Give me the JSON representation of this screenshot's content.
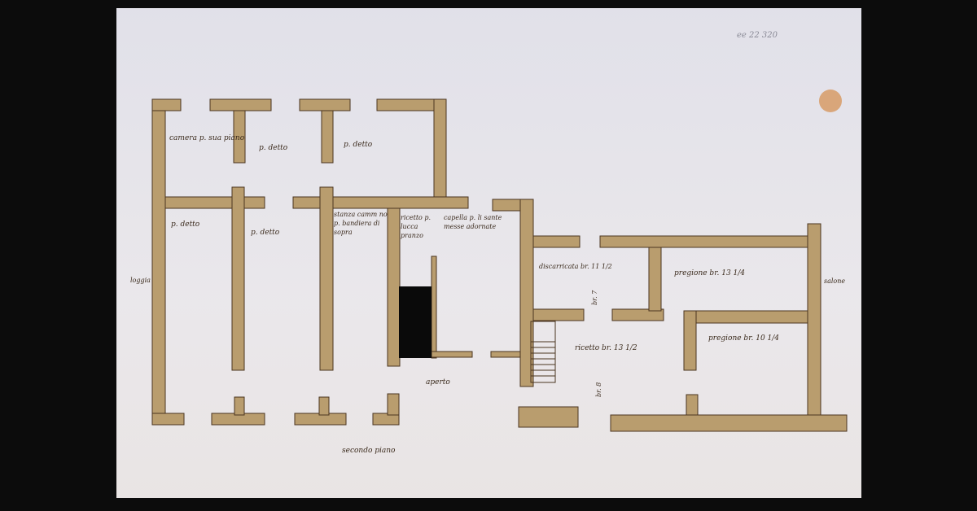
{
  "document": {
    "catalog_mark": "ee 22 320",
    "wall_color": "#b99d6e",
    "paper_color": "#e8e6ec",
    "ink_color": "#3a2a1c"
  },
  "rooms": {
    "camera": "camera p. sua piano",
    "detto1": "p. detto",
    "detto2": "p. detto",
    "detto3": "p. detto",
    "detto4": "p. detto",
    "stanza": "stanza camm no p. bandiera di sopra",
    "retrocamera": "ricetto p. lucca pranzo",
    "capella": "capella p. li sante messe adornate",
    "discarricata": "discarricata br. 11 1/2",
    "pregione1": "pregione br. 13 1/4",
    "pregione2": "pregione br. 10 1/4",
    "ricetto": "ricetto br. 13 1/2",
    "dim_vertical1": "br. 7",
    "dim_vertical2": "br. 8",
    "aperto": "aperto",
    "loggia": "loggia",
    "salone": "salone",
    "floor_title": "secondo piano"
  }
}
